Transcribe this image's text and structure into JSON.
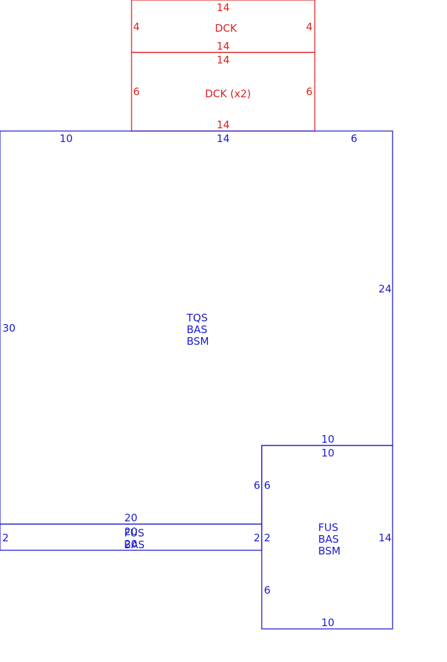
{
  "colors": {
    "deck": "#e02020",
    "living": "#1a1acc"
  },
  "dck_top": {
    "label": "DCK",
    "dims": {
      "top": "14",
      "left": "4",
      "right": "4",
      "bottom": "14"
    }
  },
  "dck_lower": {
    "label": "DCK (x2)",
    "dims": {
      "top": "14",
      "left": "6",
      "right": "6",
      "bottom": "14"
    }
  },
  "main": {
    "labels": [
      "TQS",
      "BAS",
      "BSM"
    ],
    "dims": {
      "top_left": "10",
      "top_mid": "14",
      "top_right": "6",
      "left": "30",
      "right": "24",
      "bottom_notch": "10",
      "inner_left": "6",
      "bottom": "20"
    }
  },
  "fus_strip": {
    "labels": [
      "FUS",
      "BAS"
    ],
    "dims": {
      "top": "20",
      "bottom": "20",
      "left": "2",
      "right": "2"
    }
  },
  "fus_right": {
    "labels": [
      "FUS",
      "BAS",
      "BSM"
    ],
    "dims": {
      "top": "10",
      "left_upper": "6",
      "left_mid": "2",
      "left_lower": "6",
      "right": "14",
      "bottom": "10"
    }
  }
}
